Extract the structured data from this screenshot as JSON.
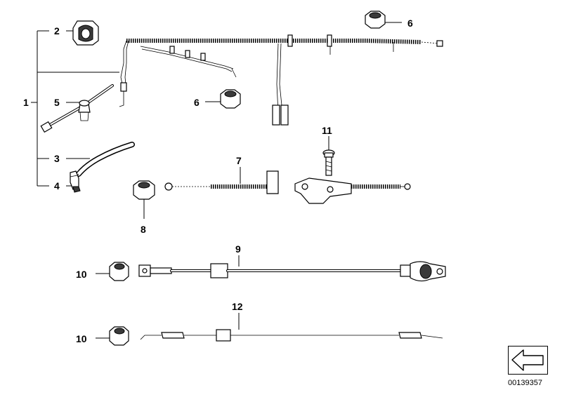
{
  "callouts": {
    "c1": "1",
    "c2": "2",
    "c3": "3",
    "c4": "4",
    "c5": "5",
    "c6a": "6",
    "c6b": "6",
    "c7": "7",
    "c8": "8",
    "c9": "9",
    "c10a": "10",
    "c10b": "10",
    "c11": "11",
    "c12": "12"
  },
  "diagram_id": "00139357",
  "icons": {
    "nav": "arrow-left-icon"
  }
}
